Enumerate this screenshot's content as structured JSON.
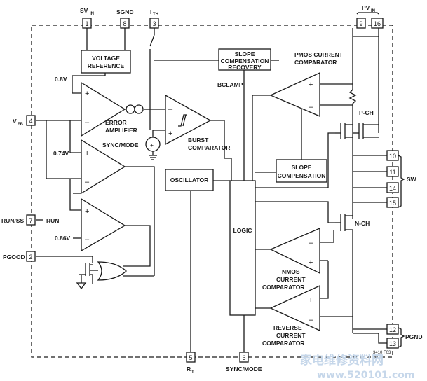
{
  "blocks": {
    "voltage_reference": [
      "VOLTAGE",
      "REFERENCE"
    ],
    "slope_comp_recovery": [
      "SLOPE",
      "COMPENSATION",
      "RECOVERY"
    ],
    "pmos_comparator": [
      "PMOS CURRENT",
      "COMPARATOR"
    ],
    "error_amplifier": [
      "ERROR",
      "AMPLIFIER"
    ],
    "burst_comparator": [
      "BURST",
      "COMPARATOR"
    ],
    "oscillator": "OSCILLATOR",
    "slope_compensation": [
      "SLOPE",
      "COMPENSATION"
    ],
    "logic": "LOGIC",
    "nmos_comparator": [
      "NMOS",
      "CURRENT",
      "COMPARATOR"
    ],
    "reverse_comparator": [
      "REVERSE",
      "CURRENT",
      "COMPARATOR"
    ]
  },
  "labels": {
    "bclamp": "BCLAMP",
    "sync_mode": "SYNC/MODE",
    "v08": "0.8V",
    "v074": "0.74V",
    "v086": "0.86V",
    "run": "RUN",
    "pch": "P-CH",
    "nch": "N-CH",
    "sw": "SW",
    "pgnd": "PGND",
    "part_no": "3410 F03"
  },
  "pins": {
    "sv_in": {
      "num": "1",
      "name": "SV",
      "sub": "IN"
    },
    "sgnd": {
      "num": "8",
      "name": "SGND"
    },
    "ith": {
      "num": "3",
      "name": "I",
      "sub": "TH"
    },
    "pv_in_a": {
      "num": "9"
    },
    "pv_in_b": {
      "num": "16"
    },
    "pv_in_name": {
      "name": "PV",
      "sub": "IN"
    },
    "vfb": {
      "num": "4",
      "name": "V",
      "sub": "FB"
    },
    "run_ss": {
      "num": "7",
      "name": "RUN/SS"
    },
    "pgood": {
      "num": "2",
      "name": "PGOOD"
    },
    "sw10": {
      "num": "10"
    },
    "sw11": {
      "num": "11"
    },
    "sw14": {
      "num": "14"
    },
    "sw15": {
      "num": "15"
    },
    "pgnd12": {
      "num": "12"
    },
    "pgnd13": {
      "num": "13"
    },
    "rt": {
      "num": "5",
      "name": "R",
      "sub": "T"
    },
    "sync": {
      "num": "6",
      "name": "SYNC/MODE"
    }
  },
  "signs": {
    "plus": "+",
    "minus": "–"
  },
  "watermark": {
    "line1": "家电维修资料网",
    "line2": "www.520101.com"
  }
}
